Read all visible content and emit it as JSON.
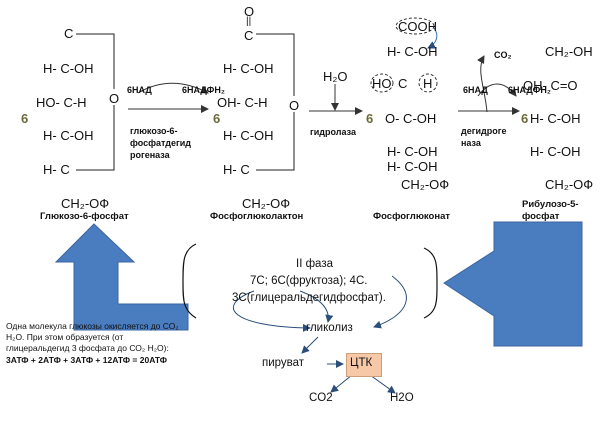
{
  "colors": {
    "arrow_fill": "#4a7cc0",
    "arrow_stroke": "#3b64a0",
    "ctk_fill": "#f7c8a8"
  },
  "left_arrow_icon": "blue-arrow-up-left",
  "right_arrow_icon": "blue-arrow-left",
  "six": "6",
  "oxygen": "O",
  "water": "H₂O",
  "co2": "CO₂",
  "nad": "6НАД",
  "nadh": "6НАДФН₂",
  "g6p": {
    "c1": "C",
    "c2": "H- C-OH",
    "c3": "HO- C-H",
    "c4": "H- C-OH",
    "c5": "H- C",
    "c6": "CH₂-OФ",
    "name": "Глюкозо-6-фосфат"
  },
  "lactone": {
    "o_top": "O",
    "dbl": "||",
    "c1": "C",
    "c2": "H- C-OH",
    "c3": "OH- C-H",
    "c4": "H- C-OH",
    "c5": "H- C",
    "c6": "CH₂-OФ",
    "name": "Фосфоглюколактон"
  },
  "gluconate": {
    "cooh": "COOH",
    "c2": "H- C-OH",
    "c3a": "HO",
    "c3b": "C",
    "c3c": "H",
    "c4": "O- C-OH",
    "c5": "H- C-OH",
    "c6": "H- C-OH",
    "c7": "CH₂-OФ",
    "name": "Фосфоглюконат"
  },
  "ribulose": {
    "c1": "CH₂-OH",
    "c2": "OH- C=O",
    "c3": "H- C-OH",
    "c4": "H- C-OH",
    "c5": "CH₂-OФ",
    "name1": "Рибулозо-5-",
    "name2": "фосфат"
  },
  "enzymes": {
    "g6pdh1": "глюкозо-6-",
    "g6pdh2": "фосфатдегид",
    "g6pdh3": "рогеназа",
    "hydrolase": "гидролаза",
    "dehydro1": "дегидроге",
    "dehydro2": "наза"
  },
  "phase": {
    "title": "II фаза",
    "line1": "7С; 6С(фруктоза); 4С.",
    "line2": "3С(глицеральдегидфосфат)."
  },
  "bottom": {
    "glycolysis": "гликолиз",
    "pyruvate": "пируват",
    "ctk": "ЦТК",
    "co2": "CO2",
    "h2o": "H2O"
  },
  "note": {
    "line1": "Одна молекула глюкозы окисляется до СО₂",
    "line2": "Н₂О. При этом образуется (от",
    "line3": "глицеральдегид 3 фосфата до СО₂ Н₂О):",
    "line4": "3АТФ + 2АТФ + 3АТФ + 12АТФ = 20АТФ"
  }
}
